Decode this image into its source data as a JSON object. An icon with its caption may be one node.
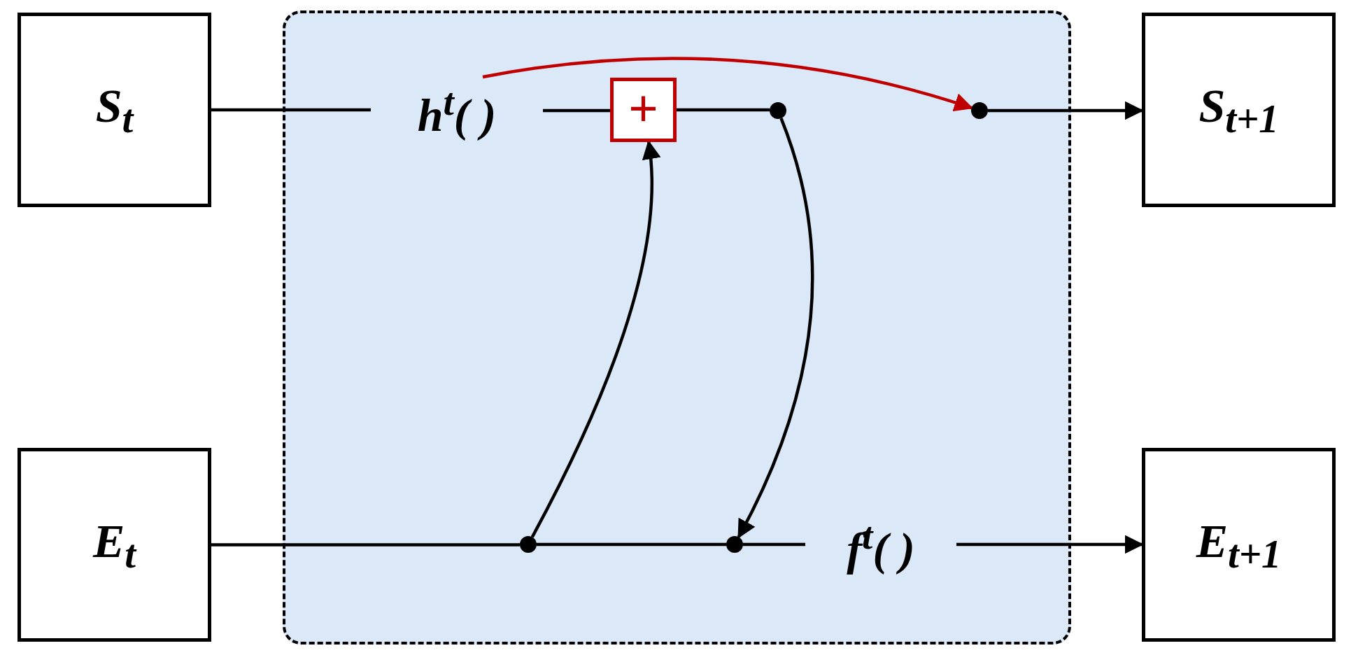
{
  "diagram": {
    "nodes": [
      {
        "text": [
          "S$_{t}$"
        ]
      },
      {
        "text": [
          "E$_{t}$"
        ]
      },
      {
        "text": [],
        "shape": "box"
      },
      {
        "text": [
          "h$^{t}$( )"
        ],
        "in": 2
      },
      {
        "text": [
          "+"
        ],
        "in": 2
      },
      {
        "text": [],
        "shape": "circle",
        "in": 2
      },
      {
        "text": [],
        "shape": "circle",
        "in": 2
      },
      {
        "text": [],
        "shape": "circle",
        "in": 2
      },
      {
        "text": [],
        "shape": "circle",
        "in": 2
      },
      {
        "text": [
          "f$^{t}$( )"
        ],
        "in": 2
      },
      {
        "text": [
          "S$_{t+1}$"
        ]
      },
      {
        "text": [
          "E$_{t+1}$"
        ]
      }
    ],
    "edges": [
      {
        "from": 0,
        "to": 3,
        "arrow": "none"
      },
      {
        "from": 3,
        "to": 4,
        "arrow": "none"
      },
      {
        "from": 4,
        "to": 5,
        "arrow": "none"
      },
      {
        "from": 3,
        "to": 6,
        "arrow": "to",
        "color": "#c00000"
      },
      {
        "from": 6,
        "to": 10,
        "arrow": "to"
      },
      {
        "from": 5,
        "to": 8,
        "arrow": "to"
      },
      {
        "from": 7,
        "to": 4,
        "arrow": "to"
      },
      {
        "from": 1,
        "to": 7,
        "arrow": "none"
      },
      {
        "from": 7,
        "to": 8,
        "arrow": "none"
      },
      {
        "from": 8,
        "to": 9,
        "arrow": "none"
      },
      {
        "from": 9,
        "to": 11,
        "arrow": "to"
      }
    ]
  }
}
